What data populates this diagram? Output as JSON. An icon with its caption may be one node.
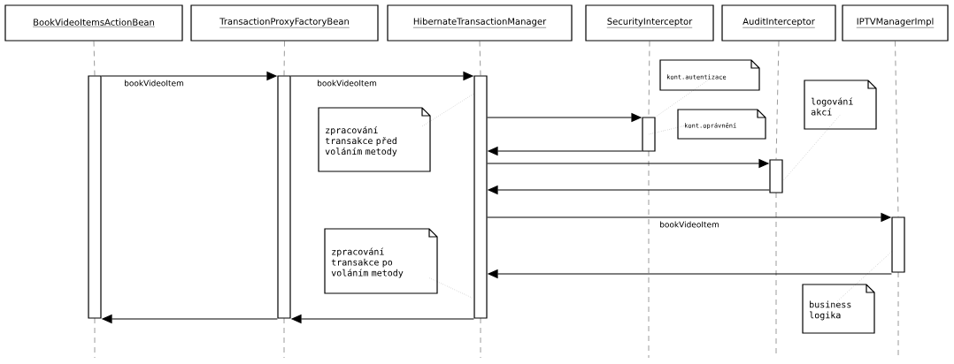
{
  "diagram": {
    "nodes": [
      {
        "text": [
          "BookVideoItemsActionBean"
        ]
      },
      {
        "text": [
          "TransactionProxyFactoryBean"
        ]
      },
      {
        "text": [
          "HibernateTransactionManager"
        ]
      },
      {
        "text": [
          "SecurityInterceptor"
        ]
      },
      {
        "text": [
          "AuditInterceptor"
        ]
      },
      {
        "text": [
          "IPTVManagerImpl"
        ]
      },
      {
        "text": [],
        "shape": "bar"
      },
      {
        "text": [],
        "shape": "bar"
      },
      {
        "text": [],
        "shape": "bar"
      },
      {
        "text": [],
        "shape": "bar"
      },
      {
        "text": [],
        "shape": "bar"
      },
      {
        "text": [],
        "shape": "bar"
      },
      {
        "text": [
          "zpracování transakce před voláním metody"
        ]
      },
      {
        "text": [
          "kont.autentizace"
        ]
      },
      {
        "text": [
          "kont.oprávnění"
        ]
      },
      {
        "text": [
          "logování akcí"
        ]
      },
      {
        "text": [
          "zpracování transakce po voláním metody"
        ]
      },
      {
        "text": [
          "business logika"
        ]
      }
    ],
    "edges": [
      {
        "from": 0,
        "to": 6,
        "arrow": "none",
        "style": "dashed"
      },
      {
        "from": 1,
        "to": 7,
        "arrow": "none",
        "style": "dashed"
      },
      {
        "from": 2,
        "to": 8,
        "arrow": "none",
        "style": "dashed"
      },
      {
        "from": 3,
        "to": 9,
        "arrow": "none",
        "style": "dashed"
      },
      {
        "from": 4,
        "to": 10,
        "arrow": "none",
        "style": "dashed"
      },
      {
        "from": 5,
        "to": 11,
        "arrow": "none",
        "style": "dashed"
      },
      {
        "from": 6,
        "to": 7,
        "arrow": "to",
        "label": "bookVideoItem"
      },
      {
        "from": 7,
        "to": 8,
        "arrow": "to",
        "label": "bookVideoItem"
      },
      {
        "from": 8,
        "to": 9,
        "arrow": "to"
      },
      {
        "from": 9,
        "to": 8,
        "arrow": "to"
      },
      {
        "from": 8,
        "to": 10,
        "arrow": "to"
      },
      {
        "from": 10,
        "to": 8,
        "arrow": "to"
      },
      {
        "from": 8,
        "to": 11,
        "arrow": "to",
        "label": "bookVideoItem"
      },
      {
        "from": 11,
        "to": 8,
        "arrow": "to"
      },
      {
        "from": 8,
        "to": 7,
        "arrow": "to"
      },
      {
        "from": 7,
        "to": 6,
        "arrow": "to"
      },
      {
        "from": 12,
        "to": 8,
        "arrow": "none",
        "style": "dashed"
      },
      {
        "from": 13,
        "to": 9,
        "arrow": "none",
        "style": "dashed"
      },
      {
        "from": 14,
        "to": 9,
        "arrow": "none",
        "style": "dashed"
      },
      {
        "from": 15,
        "to": 10,
        "arrow": "none",
        "style": "dashed"
      },
      {
        "from": 16,
        "to": 8,
        "arrow": "none",
        "style": "dashed"
      },
      {
        "from": 17,
        "to": 11,
        "arrow": "none",
        "style": "dashed"
      }
    ]
  }
}
